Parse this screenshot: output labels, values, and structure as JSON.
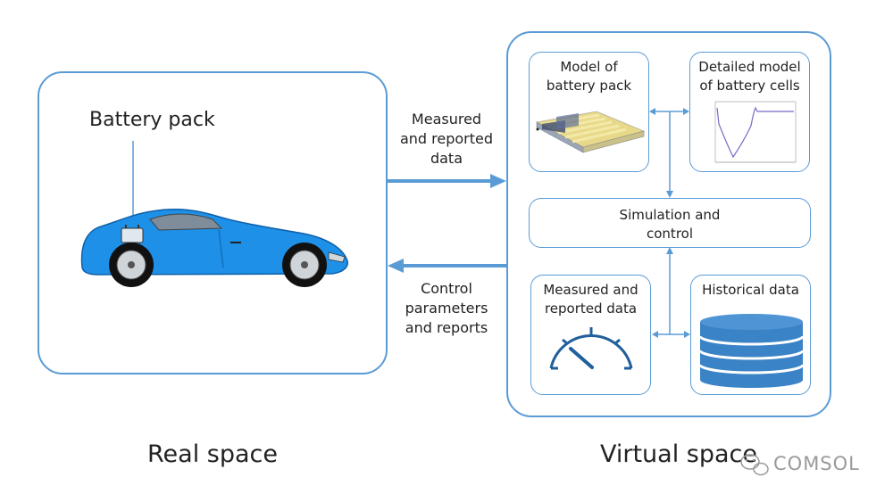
{
  "real_space": {
    "label": "Real space",
    "battery_pack_label": "Battery pack"
  },
  "arrows": {
    "forward_label_lines": [
      "Measured",
      "and reported",
      "data"
    ],
    "back_label_lines": [
      "Control",
      "parameters",
      "and reports"
    ]
  },
  "virtual_space": {
    "label": "Virtual space",
    "model_battery_pack_lines": [
      "Model of",
      "battery pack"
    ],
    "detailed_model_lines": [
      "Detailed model",
      "of battery cells"
    ],
    "simulation_lines": [
      "Simulation and",
      "control"
    ],
    "measured_data_lines": [
      "Measured and",
      "reported data"
    ],
    "historical_data": "Historical data"
  },
  "watermark": "COMSOL",
  "colors": {
    "accent": "#5b9bd5",
    "arrow": "#5b9bd5",
    "car_body": "#1e90e8",
    "database": "#3b83c7",
    "gauge": "#1f5f9c"
  }
}
